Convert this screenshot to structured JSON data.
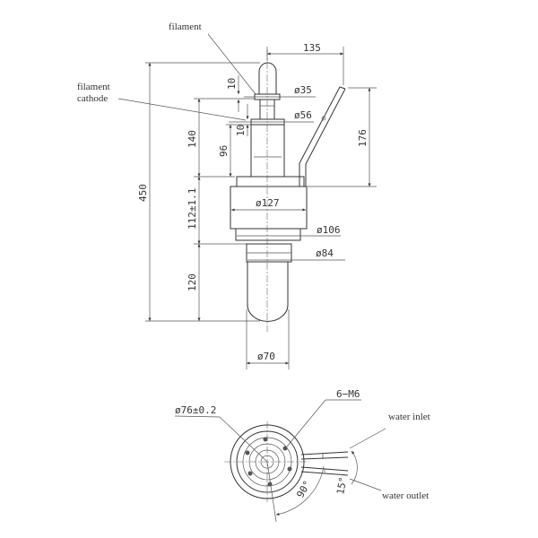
{
  "labels": {
    "filament": "filament",
    "filament_cathode_1": "filament",
    "filament_cathode_2": "cathode",
    "water_inlet": "water inlet",
    "water_outlet": "water outlet"
  },
  "dimensions": {
    "d135": "135",
    "d35": "ø35",
    "d56": "ø56",
    "d10a": "10",
    "d10b": "10",
    "d140": "140",
    "d96": "96",
    "d176": "176",
    "d450": "450",
    "d112": "112±1.1",
    "d127": "ø127",
    "d106": "ø106",
    "d84": "ø84",
    "d120": "120",
    "d70": "ø70",
    "d76": "ø76±0.2",
    "m6": "6−M6",
    "a90": "90°",
    "a15": "15°"
  }
}
